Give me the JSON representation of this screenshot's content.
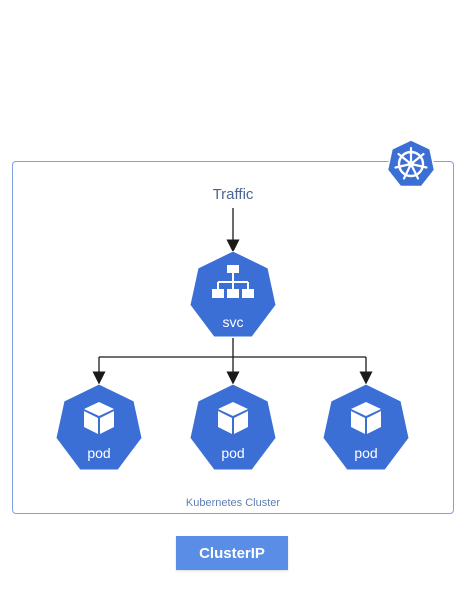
{
  "traffic_label": "Traffic",
  "service": {
    "label": "svc",
    "icon": "network-hierarchy-icon"
  },
  "pods": [
    {
      "label": "pod",
      "icon": "cube-icon"
    },
    {
      "label": "pod",
      "icon": "cube-icon"
    },
    {
      "label": "pod",
      "icon": "cube-icon"
    }
  ],
  "cluster_label": "Kubernetes Cluster",
  "badge_label": "ClusterIP",
  "logo_icon": "kubernetes-helm-wheel-icon",
  "colors": {
    "node_fill": "#3b6fd6",
    "cluster_border": "#7da2e3",
    "arrow": "#1a1a1a",
    "badge_fill": "#5a8de6"
  }
}
